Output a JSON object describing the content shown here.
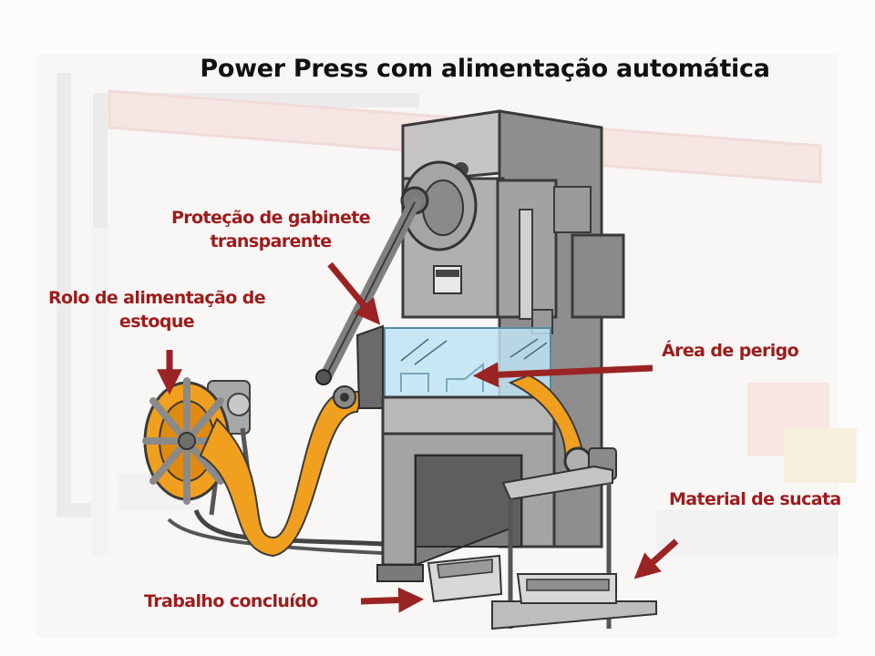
{
  "title": "Power Press com alimentação automática",
  "labels": {
    "guard_line1": "Proteção de gabinete",
    "guard_line2": "transparente",
    "roll_line1": "Rolo de alimentação de",
    "roll_line2": "estoque",
    "danger": "Área de perigo",
    "scrap": "Material de sucata",
    "finished": "Trabalho concluído"
  },
  "colors": {
    "label_red": "#9c1c1c",
    "arrow_red": "#9a2323",
    "steel_light": "#b5b5b5",
    "steel_dark": "#6e6e6e",
    "feed_strip": "#f0a01e",
    "guard_glass": "#bfe4f4"
  }
}
